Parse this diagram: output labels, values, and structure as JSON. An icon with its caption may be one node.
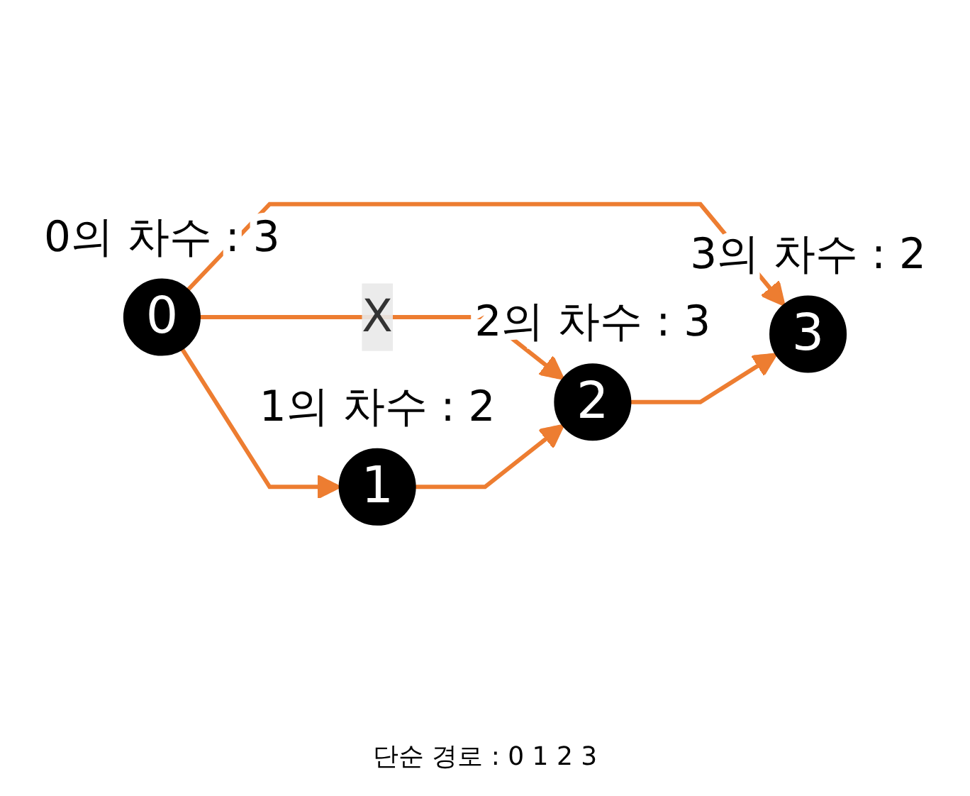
{
  "diagram": {
    "nodes": [
      {
        "text": [
          "0"
        ],
        "beside": [
          "0의 차수 : 3"
        ]
      },
      {
        "text": [
          "1"
        ],
        "beside": [
          "1의 차수 : 2"
        ]
      },
      {
        "text": [
          "2"
        ],
        "beside": [
          "2의 차수 : 3"
        ]
      },
      {
        "text": [
          "3"
        ],
        "beside": [
          "3의 차수 : 2"
        ]
      }
    ],
    "edges": [
      {
        "from": 0,
        "to": 1,
        "arrow": "to"
      },
      {
        "from": 0,
        "to": 3,
        "arrow": "to"
      },
      {
        "from": 0,
        "to": 2,
        "arrow": "to",
        "label": "X"
      },
      {
        "from": 1,
        "to": 2,
        "arrow": "to"
      },
      {
        "from": 2,
        "to": 3,
        "arrow": "to"
      }
    ],
    "labels": [
      "단순 경로 : 0 1 2 3"
    ]
  }
}
